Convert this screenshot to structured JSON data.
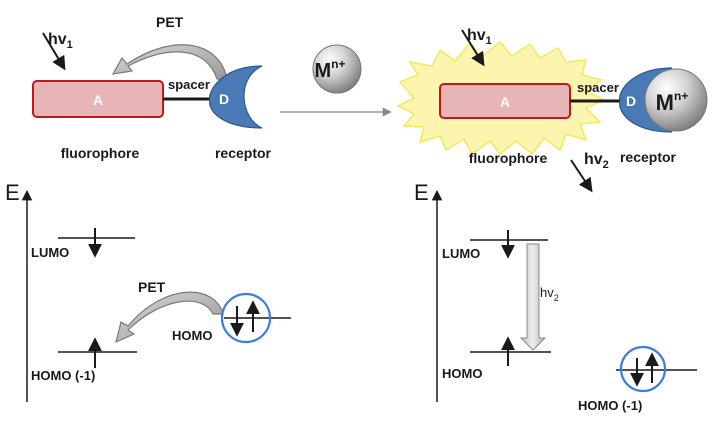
{
  "colors": {
    "fluorophore_fill": "#e7b5b5",
    "fluorophore_stroke": "#c01818",
    "receptor_fill": "#4a7ab5",
    "metal_fill": "#c8c8c8",
    "glow_fill": "#fbf5b0",
    "glow_stroke": "#f2ea58",
    "circle_stroke": "#3c7de0",
    "line": "#1a1a1a",
    "pet_arrow": "#9a9a9a"
  },
  "left_scheme": {
    "excitation": {
      "text": "hv",
      "sub": "1"
    },
    "pet": "PET",
    "fluorophore_letter": "A",
    "spacer": "spacer",
    "receptor_letter": "D",
    "fluorophore_caption": "fluorophore",
    "receptor_caption": "receptor"
  },
  "metal_ion": {
    "text": "M",
    "sup": "n+"
  },
  "right_scheme": {
    "excitation": {
      "text": "hv",
      "sub": "1"
    },
    "fluorophore_letter": "A",
    "spacer": "spacer",
    "receptor_letter": "D",
    "metal": {
      "text": "M",
      "sup": "n+"
    },
    "fluorophore_caption": "fluorophore",
    "emission": {
      "text": "hv",
      "sub": "2"
    },
    "receptor_caption": "receptor"
  },
  "left_energy": {
    "axis": "E",
    "lumo": "LUMO",
    "pet": "PET",
    "homo_receptor": "HOMO",
    "homo_fluorophore": "HOMO (-1)"
  },
  "right_energy": {
    "axis": "E",
    "lumo": "LUMO",
    "emission": {
      "text": "hv",
      "sub": "2"
    },
    "homo_fluorophore": "HOMO",
    "homo_receptor": "HOMO (-1)"
  }
}
